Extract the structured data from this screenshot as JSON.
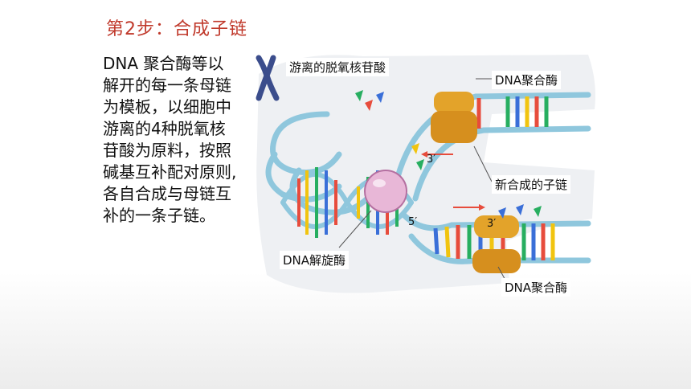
{
  "slide": {
    "title": "第2步：合成子链",
    "paragraph": "DNA 聚合酶等以解开的每一条母链为模板，以细胞中游离的4种脱氧核苷酸为原料，按照碱基互补配对原则,各自合成与母链互补的一条子链。"
  },
  "figure": {
    "labels": {
      "free_nucleotides": "游离的脱氧核苷酸",
      "polymerase_top": "DNA聚合酶",
      "new_strand": "新合成的子链",
      "helicase": "DNA解旋酶",
      "polymerase_bottom": "DNA聚合酶",
      "prime_3_top": "3′",
      "prime_5_bottom": "5′",
      "prime_3_bottom": "3′"
    },
    "base_colors": [
      "#e74c3c",
      "#f1c40f",
      "#27ae60",
      "#3a6fd8"
    ],
    "strand_color": "#8fc7dd",
    "helicase_color": "#e8b7d7",
    "polymerase_color": "#e3a32a",
    "chromosome_color": "#3b4d8c"
  }
}
